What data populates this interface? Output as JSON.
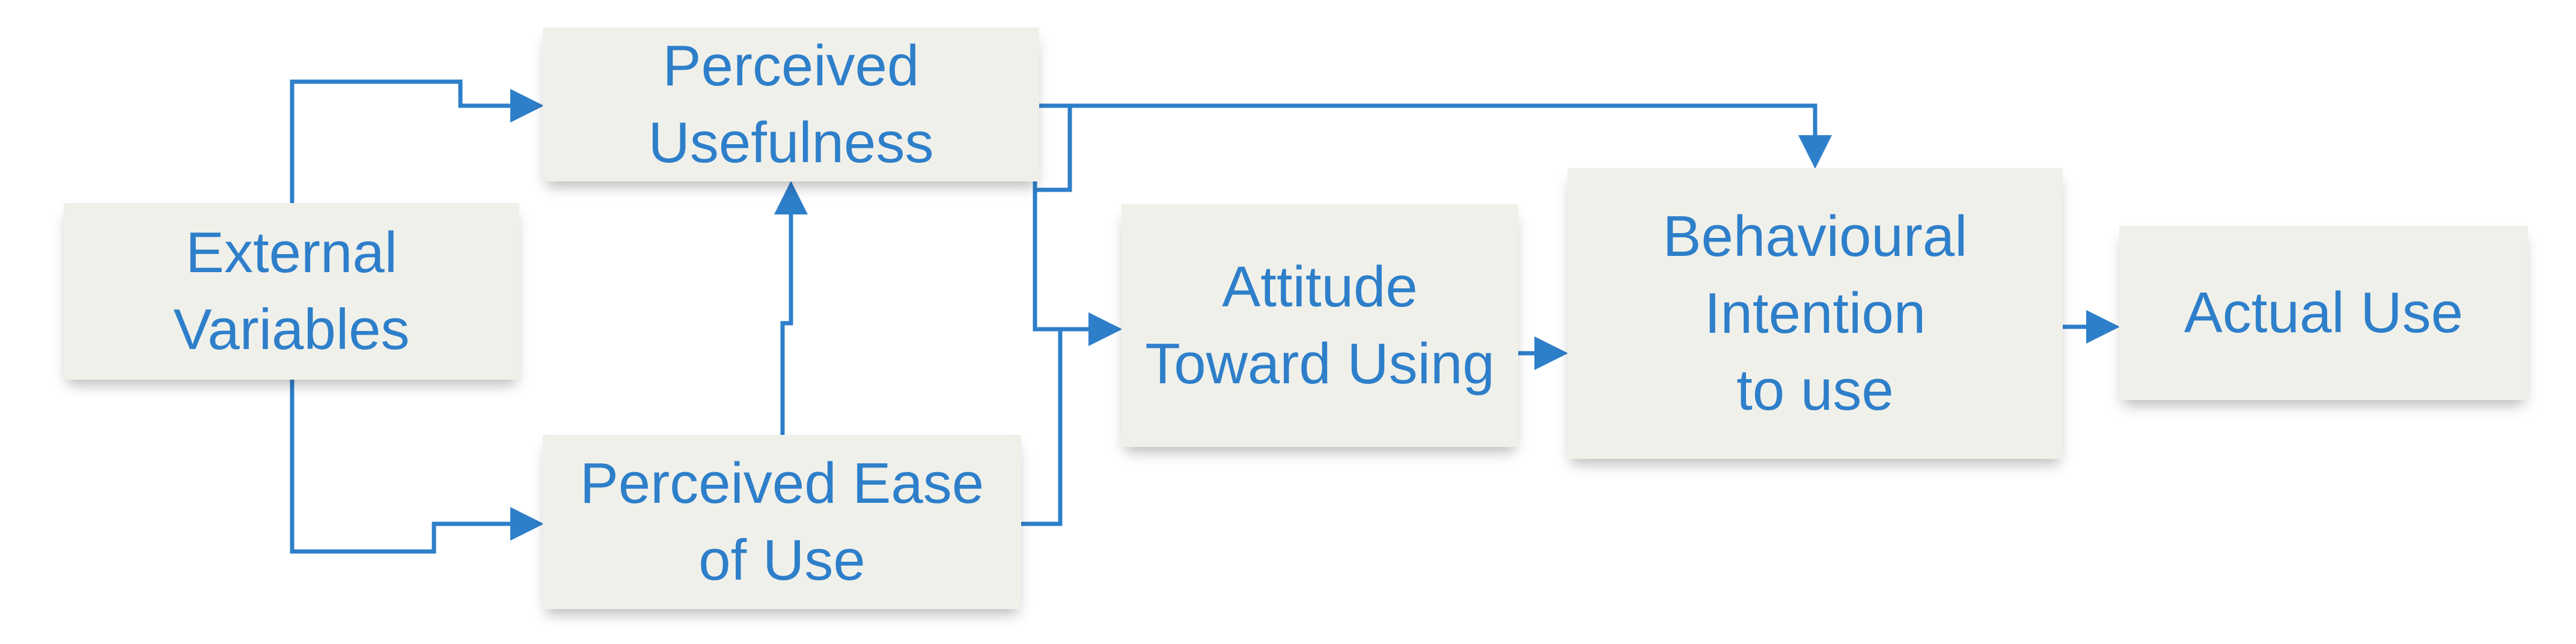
{
  "colors": {
    "box_fill": "#f0f0ea",
    "text": "#2e7fca",
    "connector": "#2e7fca"
  },
  "nodes": {
    "external_variables": "External\nVariables",
    "perceived_usefulness": "Perceived\nUsefulness",
    "perceived_ease_of_use": "Perceived Ease\nof Use",
    "attitude_toward_using": "Attitude\nToward Using",
    "behavioural_intention": "Behavioural\nIntention\nto use",
    "actual_use": "Actual Use"
  },
  "edges": [
    {
      "from": "external_variables",
      "to": "perceived_usefulness"
    },
    {
      "from": "external_variables",
      "to": "perceived_ease_of_use"
    },
    {
      "from": "perceived_ease_of_use",
      "to": "perceived_usefulness"
    },
    {
      "from": "perceived_usefulness",
      "to": "attitude_toward_using"
    },
    {
      "from": "perceived_ease_of_use",
      "to": "attitude_toward_using"
    },
    {
      "from": "perceived_usefulness",
      "to": "behavioural_intention"
    },
    {
      "from": "attitude_toward_using",
      "to": "behavioural_intention"
    },
    {
      "from": "behavioural_intention",
      "to": "actual_use"
    }
  ]
}
